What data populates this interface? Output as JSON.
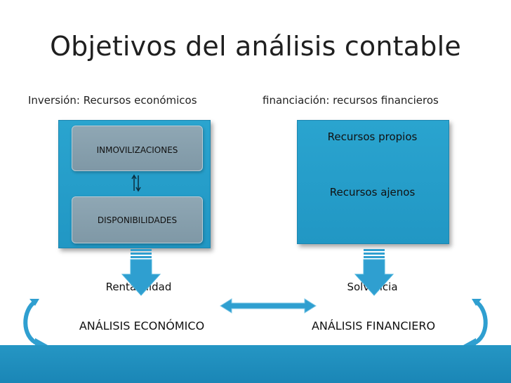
{
  "title": "Objetivos del análisis contable",
  "left": {
    "heading": "Inversión: Recursos económicos",
    "box_top": "INMOVILIZACIONES",
    "box_bottom": "DISPONIBILIDADES",
    "result": "Rentabilidad",
    "analysis": "ANÁLISIS ECONÓMICO"
  },
  "right": {
    "heading": "financiación: recursos financieros",
    "item_1": "Recursos propios",
    "item_2": "Recursos ajenos",
    "result": "Solvencia",
    "analysis": "ANÁLISIS FINANCIERO"
  },
  "colors": {
    "box_blue": "#2aa4cf",
    "inner_gray": "#8fa7b4",
    "arrow_blue": "#2f9fd0",
    "footer_blue": "#2596c4"
  },
  "icons": [
    "exchange-arrows-icon",
    "down-arrow-icon",
    "double-headed-arrow-icon",
    "curved-arrow-icon"
  ]
}
